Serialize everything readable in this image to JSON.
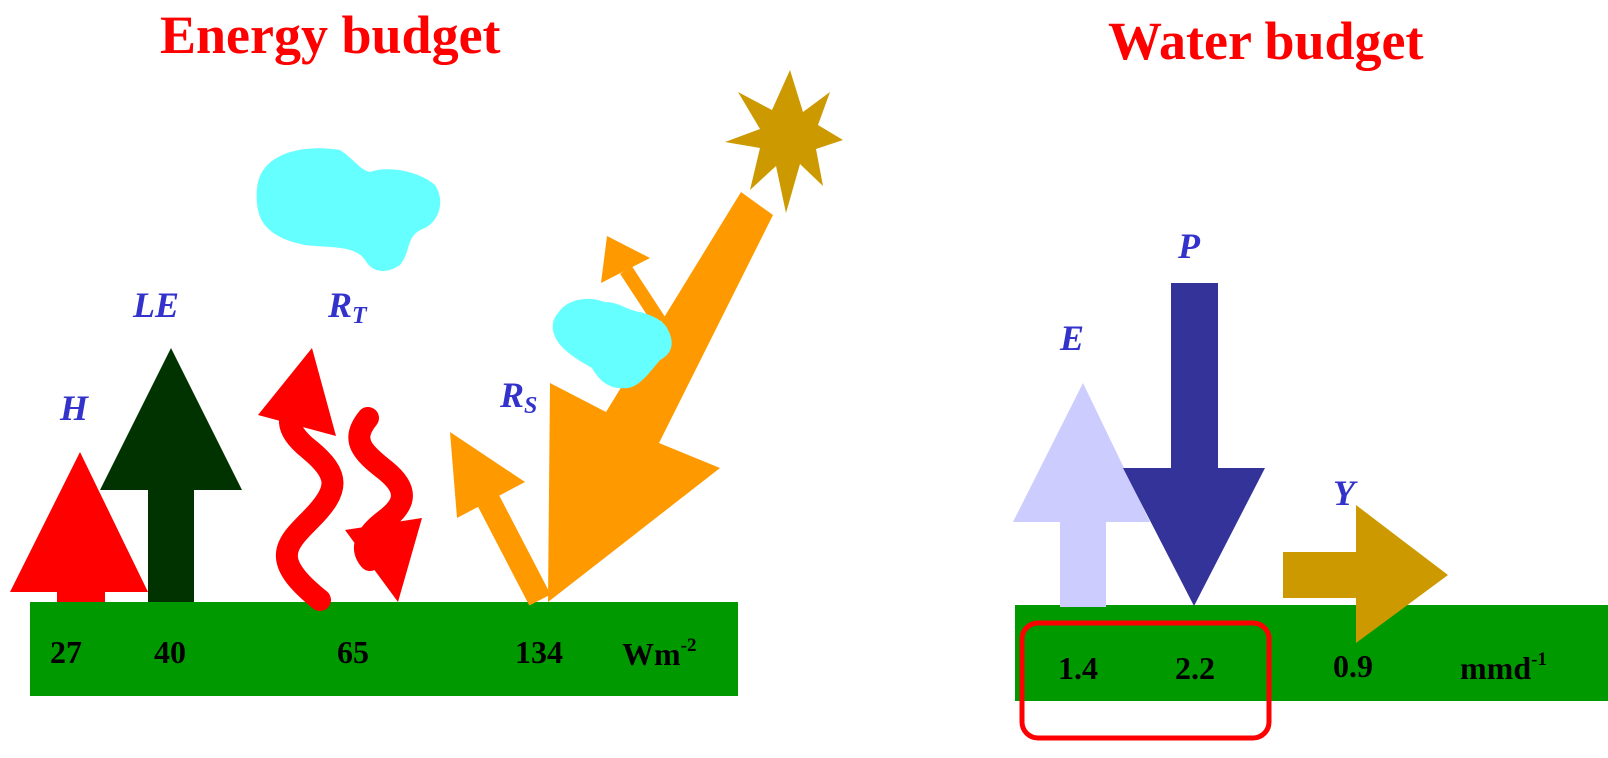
{
  "energy": {
    "title": "Energy budget",
    "labels": {
      "H": "H",
      "LE": "LE",
      "RT_main": "R",
      "RT_sub": "T",
      "RS_main": "R",
      "RS_sub": "S"
    },
    "values": {
      "H": "27",
      "LE": "40",
      "RT": "65",
      "RS": "134"
    },
    "unit_base": "Wm",
    "unit_exp": "-2"
  },
  "water": {
    "title": "Water budget",
    "labels": {
      "E": "E",
      "P": "P",
      "Y": "Y"
    },
    "values": {
      "E": "1.4",
      "P": "2.2",
      "Y": "0.9"
    },
    "unit_base": "mmd",
    "unit_exp": "-1"
  },
  "colors": {
    "title": "#ff0000",
    "ground": "#009900",
    "H_arrow": "#ff0000",
    "LE_arrow": "#003300",
    "RT_arrows": "#ff0000",
    "RS_arrows": "#ff9900",
    "sun": "#cc9900",
    "cloud": "#66ffff",
    "E_arrow": "#ccccff",
    "P_arrow": "#333399",
    "Y_arrow": "#cc9900",
    "highlight_box": "#ff0000",
    "symbols": "#3333cc"
  },
  "icons": [
    "sun-icon",
    "cloud-icon"
  ]
}
